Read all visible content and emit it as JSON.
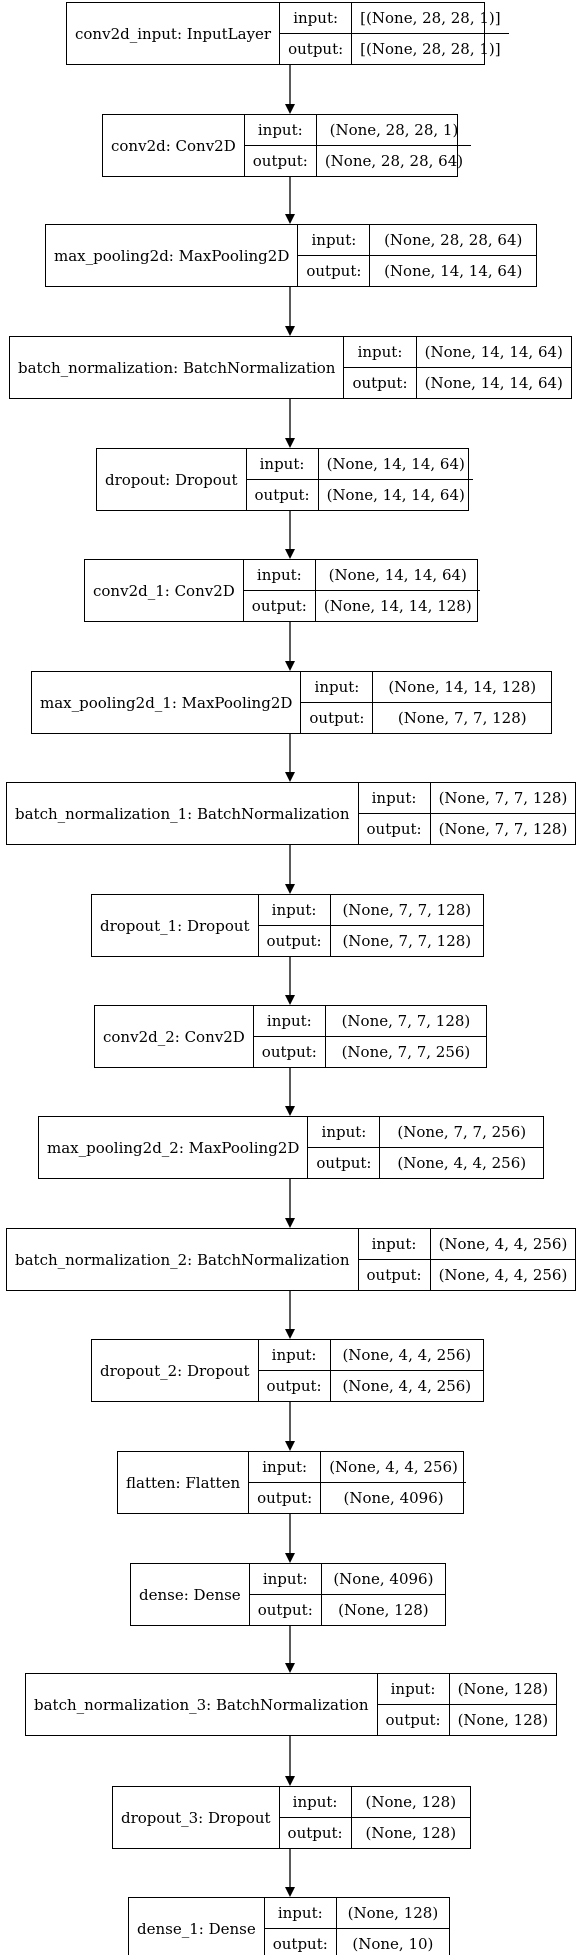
{
  "diagram": {
    "io_labels": {
      "input": "input:",
      "output": "output:"
    },
    "layers": [
      {
        "name": "conv2d_input: InputLayer",
        "input": "[(None, 28, 28, 1)]",
        "output": "[(None, 28, 28, 1)]"
      },
      {
        "name": "conv2d: Conv2D",
        "input": "(None, 28, 28, 1)",
        "output": "(None, 28, 28, 64)"
      },
      {
        "name": "max_pooling2d: MaxPooling2D",
        "input": "(None, 28, 28, 64)",
        "output": "(None, 14, 14, 64)"
      },
      {
        "name": "batch_normalization: BatchNormalization",
        "input": "(None, 14, 14, 64)",
        "output": "(None, 14, 14, 64)"
      },
      {
        "name": "dropout: Dropout",
        "input": "(None, 14, 14, 64)",
        "output": "(None, 14, 14, 64)"
      },
      {
        "name": "conv2d_1: Conv2D",
        "input": "(None, 14, 14, 64)",
        "output": "(None, 14, 14, 128)"
      },
      {
        "name": "max_pooling2d_1: MaxPooling2D",
        "input": "(None, 14, 14, 128)",
        "output": "(None, 7, 7, 128)"
      },
      {
        "name": "batch_normalization_1: BatchNormalization",
        "input": "(None, 7, 7, 128)",
        "output": "(None, 7, 7, 128)"
      },
      {
        "name": "dropout_1: Dropout",
        "input": "(None, 7, 7, 128)",
        "output": "(None, 7, 7, 128)"
      },
      {
        "name": "conv2d_2: Conv2D",
        "input": "(None, 7, 7, 128)",
        "output": "(None, 7, 7, 256)"
      },
      {
        "name": "max_pooling2d_2: MaxPooling2D",
        "input": "(None, 7, 7, 256)",
        "output": "(None, 4, 4, 256)"
      },
      {
        "name": "batch_normalization_2: BatchNormalization",
        "input": "(None, 4, 4, 256)",
        "output": "(None, 4, 4, 256)"
      },
      {
        "name": "dropout_2: Dropout",
        "input": "(None, 4, 4, 256)",
        "output": "(None, 4, 4, 256)"
      },
      {
        "name": "flatten: Flatten",
        "input": "(None, 4, 4, 256)",
        "output": "(None, 4096)"
      },
      {
        "name": "dense: Dense",
        "input": "(None, 4096)",
        "output": "(None, 128)"
      },
      {
        "name": "batch_normalization_3: BatchNormalization",
        "input": "(None, 128)",
        "output": "(None, 128)"
      },
      {
        "name": "dropout_3: Dropout",
        "input": "(None, 128)",
        "output": "(None, 128)"
      },
      {
        "name": "dense_1: Dense",
        "input": "(None, 128)",
        "output": "(None, 10)"
      }
    ]
  }
}
